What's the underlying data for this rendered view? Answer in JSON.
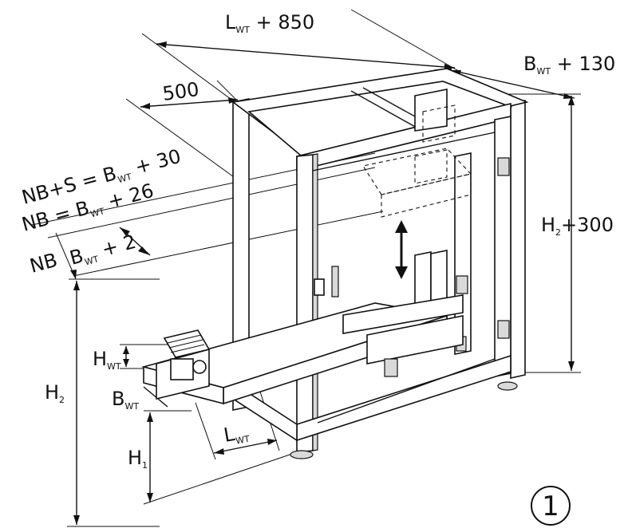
{
  "labels": {
    "top_length": {
      "main": "L",
      "sub": "WT",
      "tail": " + 850"
    },
    "offset_500": "500",
    "top_width": {
      "main": "B",
      "sub": "WT",
      "tail": " + 130"
    },
    "height_right": {
      "main": "H",
      "sub": "2",
      "tail": "+300"
    },
    "nb_s": {
      "main": "NB+S = B",
      "sub": "WT",
      "tail": " + 30"
    },
    "nb": {
      "main": "NB = B",
      "sub": "WT",
      "tail": " + 26"
    },
    "nb_short": "NB",
    "bwt_plus_2": {
      "main": "B",
      "sub": "WT",
      "tail": " + 2"
    },
    "h_wt": {
      "main": "H",
      "sub": "WT"
    },
    "b_wt": {
      "main": "B",
      "sub": "WT"
    },
    "l_wt": {
      "main": "L",
      "sub": "WT"
    },
    "h2_left": {
      "main": "H",
      "sub": "2"
    },
    "h1": {
      "main": "H",
      "sub": "1"
    },
    "figure_number": "1"
  }
}
